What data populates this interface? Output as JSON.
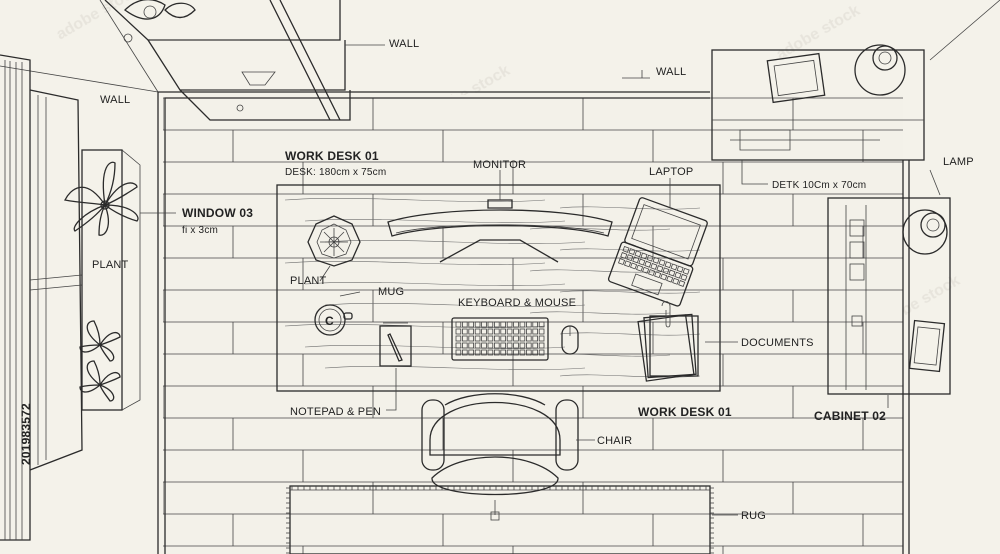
{
  "labels": {
    "wall_top_left": "WALL",
    "wall_top": "WALL",
    "wall_left": "WALL",
    "work_desk_title": "WORK DESK 01",
    "work_desk_dims": "DESK: 180cm x 75cm",
    "monitor": "MONITOR",
    "laptop": "LAPTOP",
    "window_title": "WINDOW 03",
    "window_dims": "fi x 3cm",
    "plant_window": "PLANT",
    "plant_desk": "PLANT",
    "mug": "MUG",
    "keyboard_mouse": "KEYBOARD & MOUSE",
    "documents": "DOCUMENTS",
    "notepad_pen": "NOTEPAD & PEN",
    "work_desk_bottom": "WORK DESK 01",
    "chair": "CHAIR",
    "rug": "RUG",
    "side_desk_dims": "DETK  10Cm x 70cm",
    "lamp": "LAMP",
    "cabinet": "CABINET 02",
    "stock_id": "201983572",
    "watermark": "adobe stock"
  }
}
